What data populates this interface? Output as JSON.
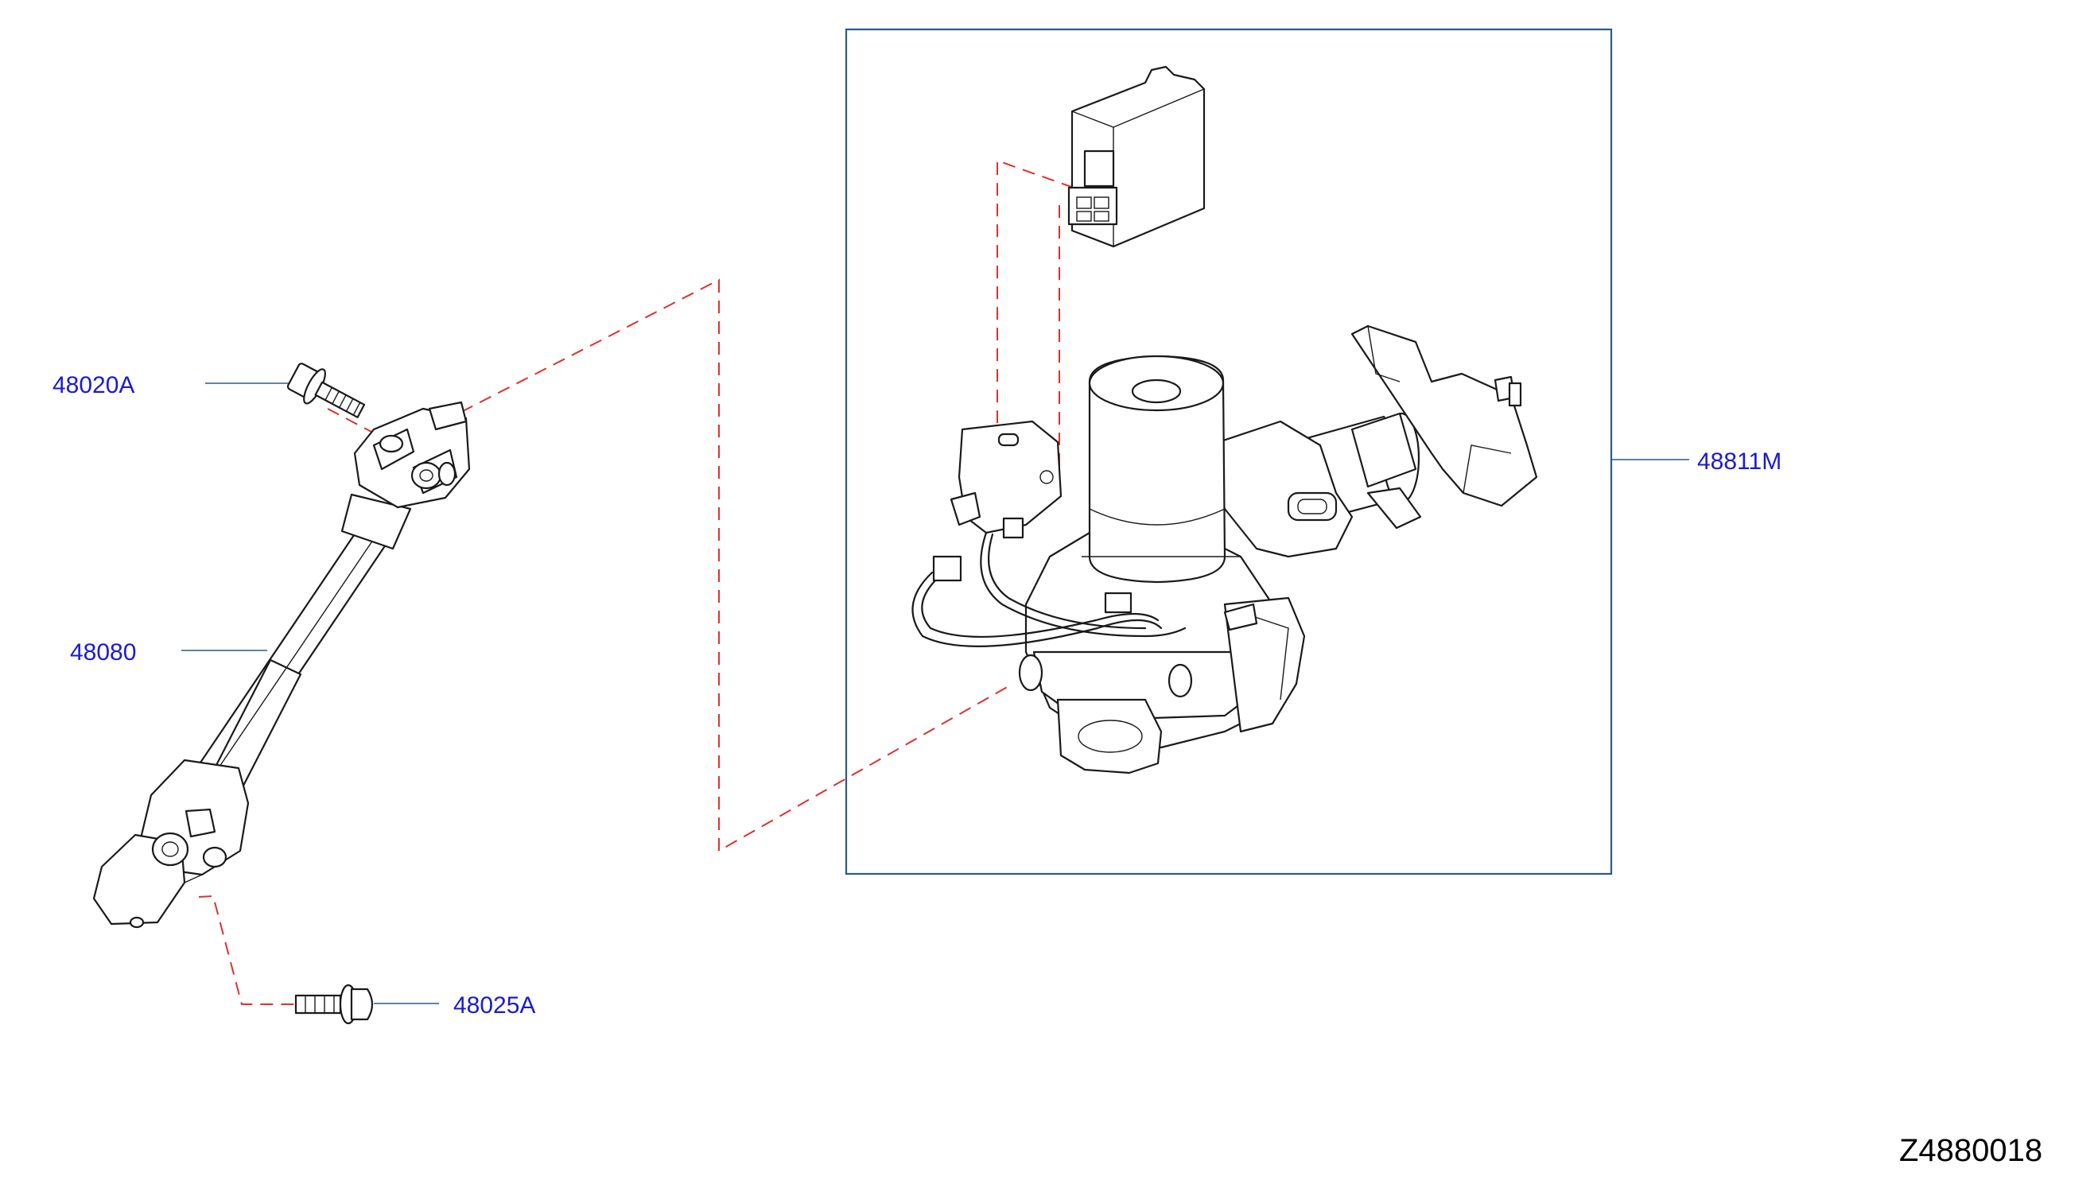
{
  "labels": {
    "bolt_upper": "48020A",
    "intermediate_shaft": "48080",
    "bolt_lower": "48025A",
    "column_assembly": "48811M"
  },
  "diagram_code": "Z4880018",
  "colors": {
    "label_text": "#1a1ad4",
    "leader_line": "#2b5a8a",
    "assembly_frame": "#2b5a8a",
    "dashed_link": "#e0302a",
    "line_art": "#1a1a1a"
  }
}
